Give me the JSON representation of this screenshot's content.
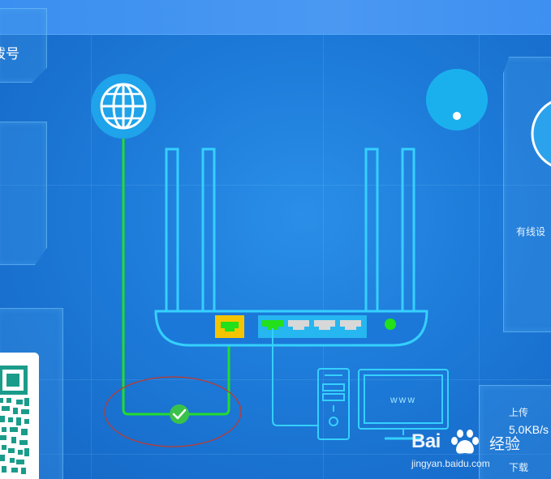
{
  "header": {
    "left_panel_label": "拨号"
  },
  "right_panel": {
    "wired_devices_label": "有线设"
  },
  "traffic": {
    "upload_label": "上传",
    "upload_speed": "5.0KB/s",
    "download_label": "下载"
  },
  "monitor": {
    "text": "www"
  },
  "status": {
    "wan_connection": "connected"
  },
  "icons": {
    "internet": "globe-icon",
    "wan_ok": "check-circle-icon",
    "computer": "desktop-computer-icon",
    "router": "router-icon"
  },
  "colors": {
    "background": "#1a72d6",
    "line_cyan": "#35d0ff",
    "wan_port": "#f5c400",
    "lan_port_active": "#22e01a",
    "lan_port_idle": "#d8d8d8",
    "lan_block": "#26b6f0",
    "ok_green": "#2ecc40",
    "annotation_red": "#c0392b"
  },
  "watermark": {
    "brand": "Bai",
    "brand_cn": "经验",
    "url": "jingyan.baidu.com"
  }
}
